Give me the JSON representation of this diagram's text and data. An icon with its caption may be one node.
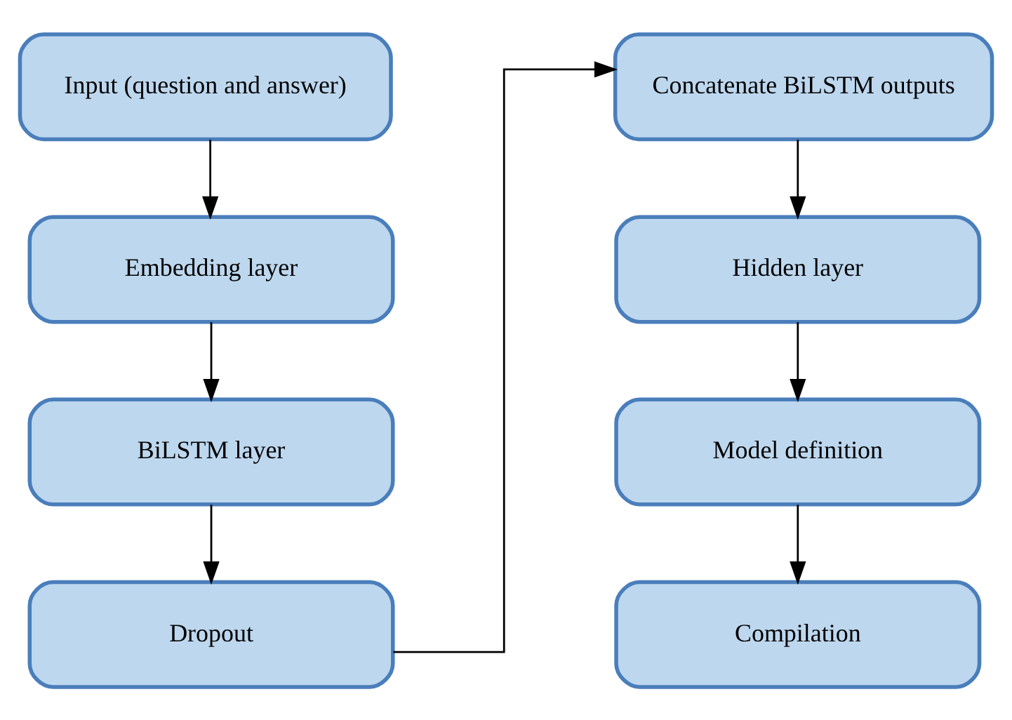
{
  "diagram": {
    "nodes": [
      {
        "text": [
          "Input (question and answer)"
        ]
      },
      {
        "text": [
          "Embedding layer"
        ]
      },
      {
        "text": [
          "BiLSTM layer"
        ]
      },
      {
        "text": [
          "Dropout"
        ]
      },
      {
        "text": [
          "Concatenate BiLSTM outputs"
        ]
      },
      {
        "text": [
          "Hidden layer"
        ]
      },
      {
        "text": [
          "Model definition"
        ]
      },
      {
        "text": [
          "Compilation"
        ]
      }
    ],
    "edges": [
      {
        "from": 0,
        "to": 1,
        "arrow": "to"
      },
      {
        "from": 1,
        "to": 2,
        "arrow": "to"
      },
      {
        "from": 2,
        "to": 3,
        "arrow": "to"
      },
      {
        "from": 3,
        "to": 4,
        "arrow": "to"
      },
      {
        "from": 4,
        "to": 5,
        "arrow": "to"
      },
      {
        "from": 5,
        "to": 6,
        "arrow": "to"
      },
      {
        "from": 6,
        "to": 7,
        "arrow": "to"
      }
    ]
  }
}
